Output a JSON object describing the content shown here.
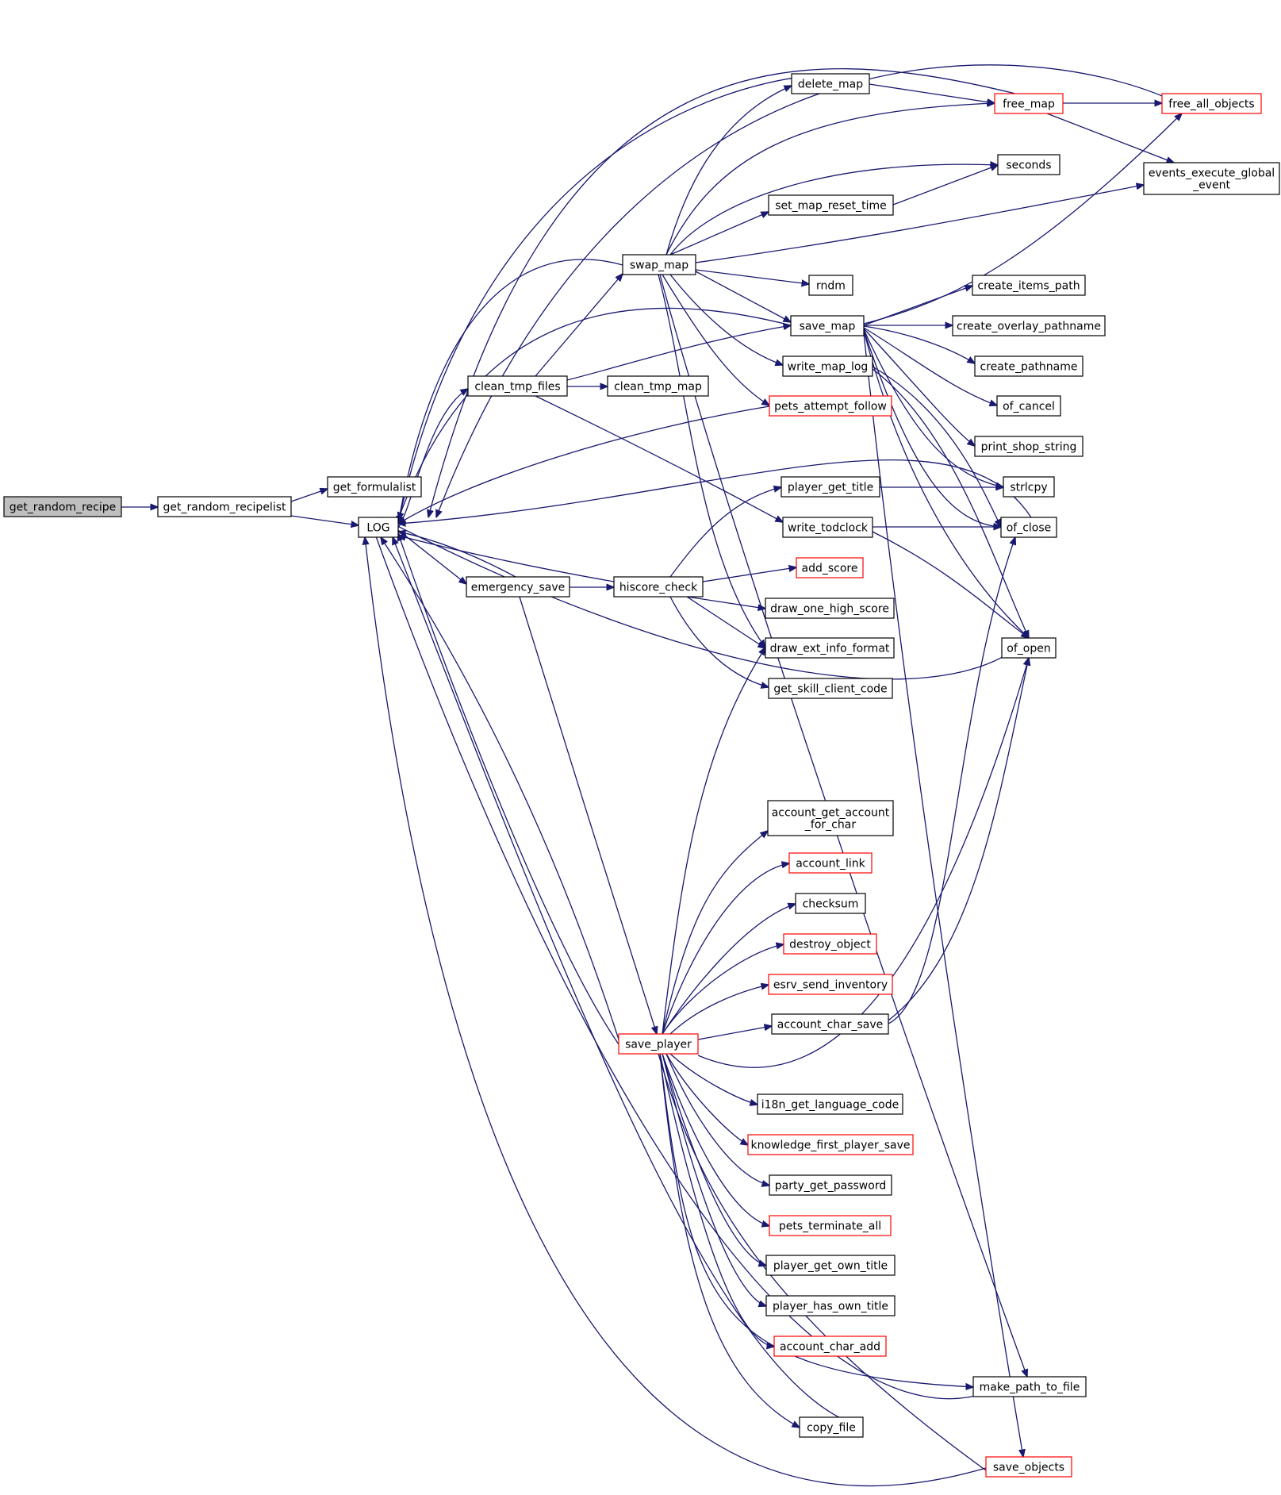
{
  "graph": {
    "edge_color": "#191970",
    "nodes": [
      {
        "id": "get_random_recipe",
        "lines": [
          "get_random_recipe"
        ],
        "style": "root"
      },
      {
        "id": "get_random_recipelist",
        "lines": [
          "get_random_recipelist"
        ],
        "style": "normal"
      },
      {
        "id": "get_formulalist",
        "lines": [
          "get_formulalist"
        ],
        "style": "normal"
      },
      {
        "id": "LOG",
        "lines": [
          "LOG"
        ],
        "style": "normal"
      },
      {
        "id": "clean_tmp_files",
        "lines": [
          "clean_tmp_files"
        ],
        "style": "normal"
      },
      {
        "id": "emergency_save",
        "lines": [
          "emergency_save"
        ],
        "style": "normal"
      },
      {
        "id": "clean_tmp_map",
        "lines": [
          "clean_tmp_map"
        ],
        "style": "normal"
      },
      {
        "id": "swap_map",
        "lines": [
          "swap_map"
        ],
        "style": "normal"
      },
      {
        "id": "hiscore_check",
        "lines": [
          "hiscore_check"
        ],
        "style": "normal"
      },
      {
        "id": "save_player",
        "lines": [
          "save_player"
        ],
        "style": "red"
      },
      {
        "id": "delete_map",
        "lines": [
          "delete_map"
        ],
        "style": "normal"
      },
      {
        "id": "set_map_reset_time",
        "lines": [
          "set_map_reset_time"
        ],
        "style": "normal"
      },
      {
        "id": "rndm",
        "lines": [
          "rndm"
        ],
        "style": "normal"
      },
      {
        "id": "save_map",
        "lines": [
          "save_map"
        ],
        "style": "normal"
      },
      {
        "id": "write_map_log",
        "lines": [
          "write_map_log"
        ],
        "style": "normal"
      },
      {
        "id": "pets_attempt_follow",
        "lines": [
          "pets_attempt_follow"
        ],
        "style": "red"
      },
      {
        "id": "player_get_title",
        "lines": [
          "player_get_title"
        ],
        "style": "normal"
      },
      {
        "id": "write_todclock",
        "lines": [
          "write_todclock"
        ],
        "style": "normal"
      },
      {
        "id": "add_score",
        "lines": [
          "add_score"
        ],
        "style": "red"
      },
      {
        "id": "draw_one_high_score",
        "lines": [
          "draw_one_high_score"
        ],
        "style": "normal"
      },
      {
        "id": "draw_ext_info_format",
        "lines": [
          "draw_ext_info_format"
        ],
        "style": "normal"
      },
      {
        "id": "get_skill_client_code",
        "lines": [
          "get_skill_client_code"
        ],
        "style": "normal"
      },
      {
        "id": "account_get_account_for_char",
        "lines": [
          "account_get_account",
          "_for_char"
        ],
        "style": "normal"
      },
      {
        "id": "account_link",
        "lines": [
          "account_link"
        ],
        "style": "red"
      },
      {
        "id": "checksum",
        "lines": [
          "checksum"
        ],
        "style": "normal"
      },
      {
        "id": "destroy_object",
        "lines": [
          "destroy_object"
        ],
        "style": "red"
      },
      {
        "id": "esrv_send_inventory",
        "lines": [
          "esrv_send_inventory"
        ],
        "style": "red"
      },
      {
        "id": "account_char_save",
        "lines": [
          "account_char_save"
        ],
        "style": "normal"
      },
      {
        "id": "i18n_get_language_code",
        "lines": [
          "i18n_get_language_code"
        ],
        "style": "normal"
      },
      {
        "id": "knowledge_first_player_save",
        "lines": [
          "knowledge_first_player_save"
        ],
        "style": "red"
      },
      {
        "id": "party_get_password",
        "lines": [
          "party_get_password"
        ],
        "style": "normal"
      },
      {
        "id": "pets_terminate_all",
        "lines": [
          "pets_terminate_all"
        ],
        "style": "red"
      },
      {
        "id": "player_get_own_title",
        "lines": [
          "player_get_own_title"
        ],
        "style": "normal"
      },
      {
        "id": "player_has_own_title",
        "lines": [
          "player_has_own_title"
        ],
        "style": "normal"
      },
      {
        "id": "account_char_add",
        "lines": [
          "account_char_add"
        ],
        "style": "red"
      },
      {
        "id": "copy_file",
        "lines": [
          "copy_file"
        ],
        "style": "normal"
      },
      {
        "id": "free_map",
        "lines": [
          "free_map"
        ],
        "style": "red"
      },
      {
        "id": "seconds",
        "lines": [
          "seconds"
        ],
        "style": "normal"
      },
      {
        "id": "create_items_path",
        "lines": [
          "create_items_path"
        ],
        "style": "normal"
      },
      {
        "id": "create_overlay_pathname",
        "lines": [
          "create_overlay_pathname"
        ],
        "style": "normal"
      },
      {
        "id": "create_pathname",
        "lines": [
          "create_pathname"
        ],
        "style": "normal"
      },
      {
        "id": "of_cancel",
        "lines": [
          "of_cancel"
        ],
        "style": "normal"
      },
      {
        "id": "print_shop_string",
        "lines": [
          "print_shop_string"
        ],
        "style": "normal"
      },
      {
        "id": "strlcpy",
        "lines": [
          "strlcpy"
        ],
        "style": "normal"
      },
      {
        "id": "of_close",
        "lines": [
          "of_close"
        ],
        "style": "normal"
      },
      {
        "id": "of_open",
        "lines": [
          "of_open"
        ],
        "style": "normal"
      },
      {
        "id": "make_path_to_file",
        "lines": [
          "make_path_to_file"
        ],
        "style": "normal"
      },
      {
        "id": "save_objects",
        "lines": [
          "save_objects"
        ],
        "style": "red"
      },
      {
        "id": "free_all_objects",
        "lines": [
          "free_all_objects"
        ],
        "style": "red"
      },
      {
        "id": "events_execute_global_event",
        "lines": [
          "events_execute_global",
          "_event"
        ],
        "style": "normal"
      }
    ]
  }
}
